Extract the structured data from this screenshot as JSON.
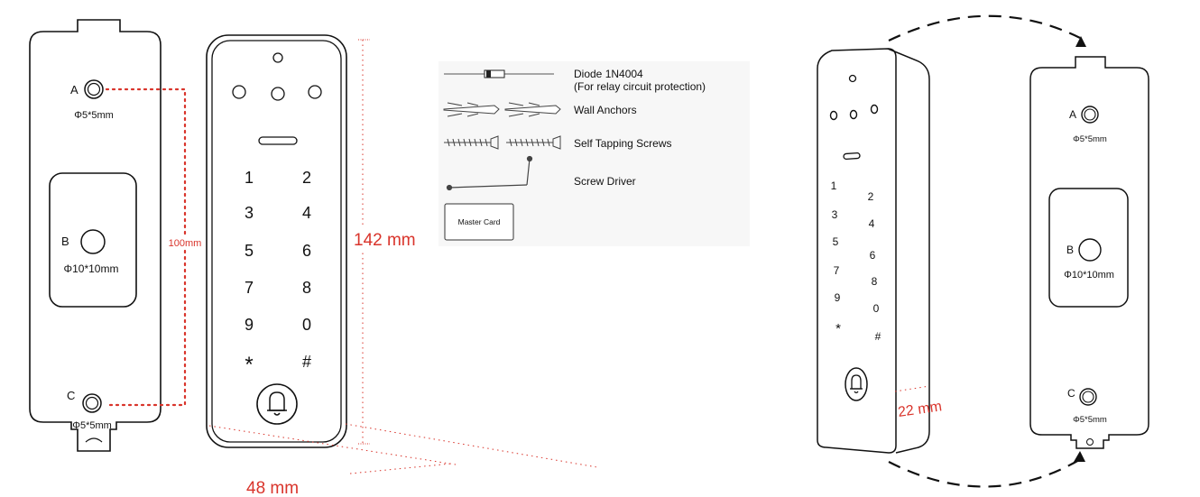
{
  "left_plate": {
    "hole_a": {
      "letter": "A",
      "size": "Φ5*5mm"
    },
    "hole_b": {
      "letter": "B",
      "size": "Φ10*10mm"
    },
    "hole_c": {
      "letter": "C",
      "size": "Φ5*5mm"
    },
    "spacing": "100mm"
  },
  "keypad": {
    "keys": [
      "1",
      "2",
      "3",
      "4",
      "5",
      "6",
      "7",
      "8",
      "9",
      "0",
      "*",
      "#"
    ],
    "height": "142 mm",
    "width": "48 mm"
  },
  "accessories": {
    "diode": {
      "name": "Diode 1N4004",
      "note": "(For relay circuit protection)"
    },
    "anchors": "Wall Anchors",
    "screws": "Self Tapping Screws",
    "driver": "Screw Driver",
    "card": "Master Card"
  },
  "right_device": {
    "keys": [
      "1",
      "2",
      "3",
      "4",
      "5",
      "6",
      "7",
      "8",
      "9",
      "0",
      "*",
      "#"
    ],
    "depth": "22 mm"
  },
  "right_plate": {
    "hole_a": {
      "letter": "A",
      "size": "Φ5*5mm"
    },
    "hole_b": {
      "letter": "B",
      "size": "Φ10*10mm"
    },
    "hole_c": {
      "letter": "C",
      "size": "Φ5*5mm"
    }
  },
  "colors": {
    "dimension": "#d9342b",
    "line": "#111111"
  }
}
